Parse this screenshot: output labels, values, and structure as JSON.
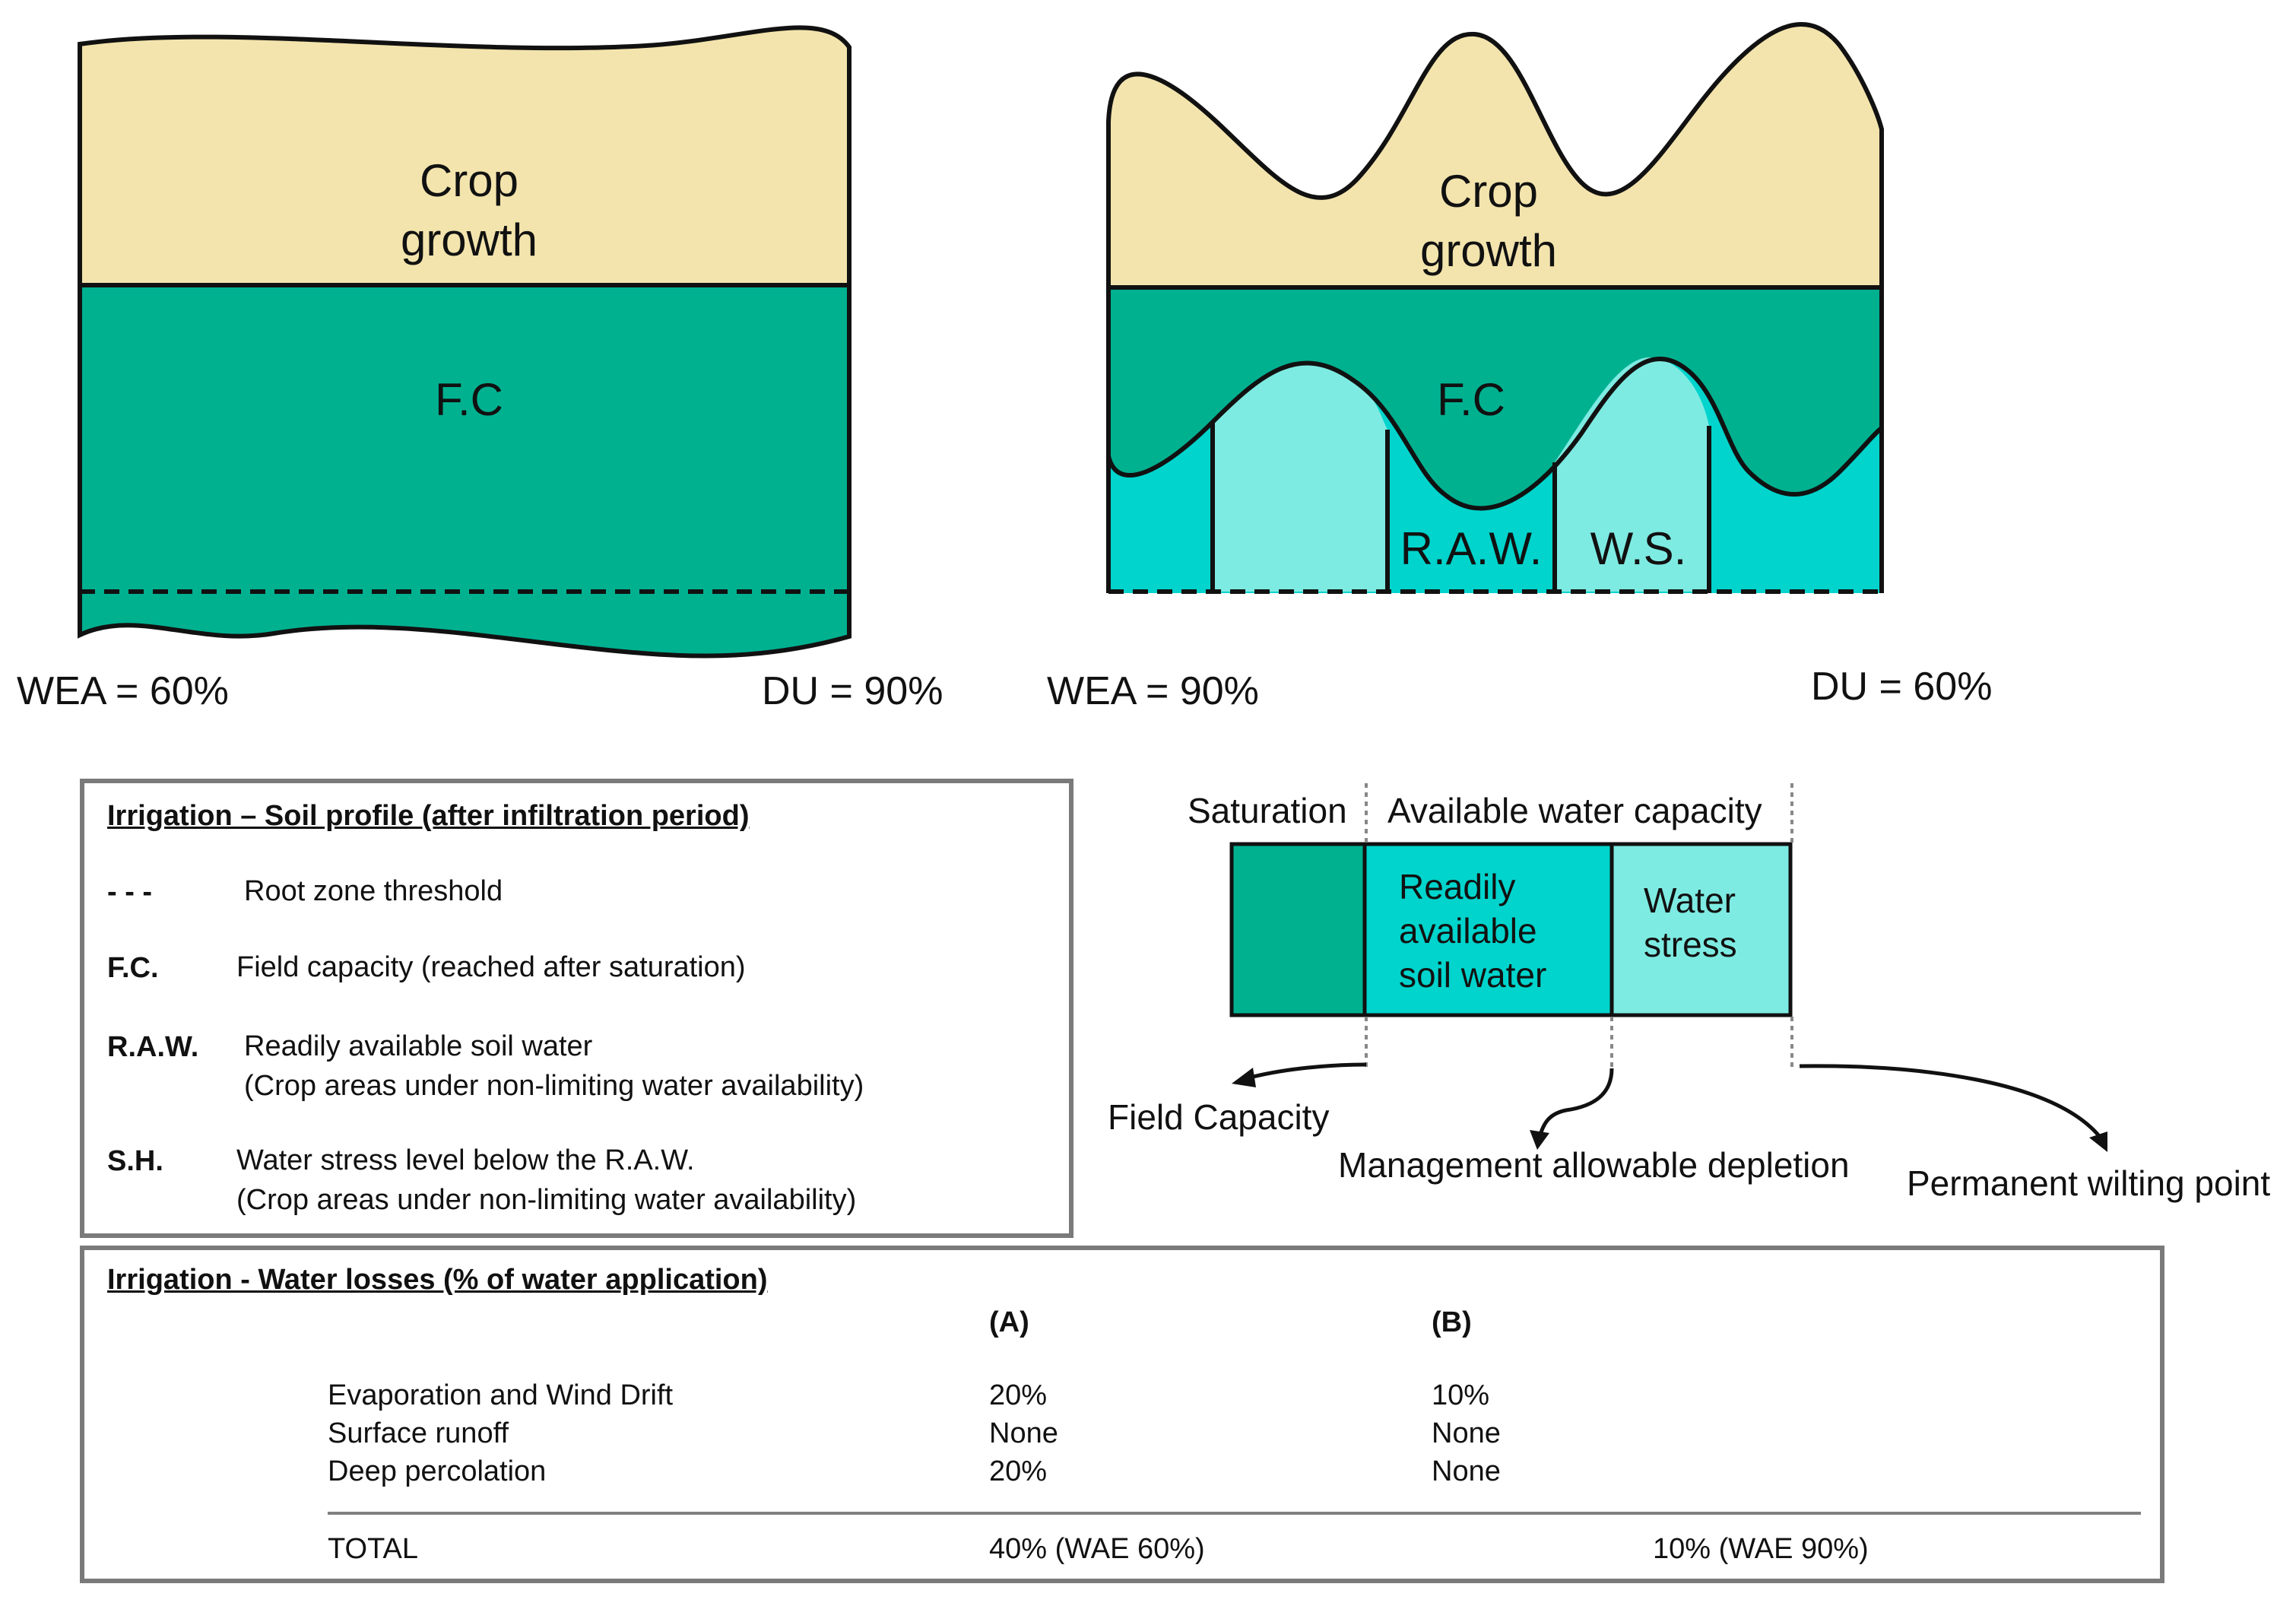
{
  "profile_a": {
    "crop_label_line1": "Crop",
    "crop_label_line2": "growth",
    "fc_label": "F.C",
    "wea_label": "WEA = 60%",
    "du_label": "DU = 90%"
  },
  "profile_b": {
    "crop_label_line1": "Crop",
    "crop_label_line2": "growth",
    "fc_label": "F.C",
    "raw_label": "R.A.W.",
    "ws_label": "W.S.",
    "wea_label": "WEA = 90%",
    "du_label": "DU = 60%"
  },
  "capacity_diagram": {
    "saturation_label": "Saturation",
    "available_label": "Available water capacity",
    "raw_line1": "Readily",
    "raw_line2": "available",
    "raw_line3": "soil water",
    "stress_line1": "Water",
    "stress_line2": "stress",
    "field_capacity_label": "Field Capacity",
    "mad_label": "Management allowable depletion",
    "pwp_label": "Permanent wilting point"
  },
  "legend": {
    "title": "Irrigation – Soil profile (after infiltration period)",
    "items": [
      {
        "abbr": "- - -",
        "line1": "Root zone threshold",
        "line2": ""
      },
      {
        "abbr": "F.C.",
        "line1": "Field capacity (reached after saturation)",
        "line2": ""
      },
      {
        "abbr": "R.A.W.",
        "line1": "Readily available soil water",
        "line2": "(Crop areas under non-limiting water availability)"
      },
      {
        "abbr": "S.H.",
        "line1": "Water stress level below the R.A.W.",
        "line2": "(Crop areas under non-limiting water availability)"
      }
    ]
  },
  "losses_table": {
    "title": "Irrigation - Water losses (% of water application)",
    "col_a": "(A)",
    "col_b": "(B)",
    "rows": [
      {
        "label": "Evaporation and Wind Drift",
        "a": "20%",
        "b": "10%"
      },
      {
        "label": "Surface runoff",
        "a": "None",
        "b": "None"
      },
      {
        "label": "Deep percolation",
        "a": "20%",
        "b": "None"
      }
    ],
    "total": {
      "label": "TOTAL",
      "a": "40% (WAE 60%)",
      "b": "10% (WAE 90%)"
    }
  },
  "colors": {
    "crop": "#f3e4ad",
    "field_capacity": "#00b190",
    "raw": "#00d4cc",
    "water_stress": "#7eebe2",
    "outline": "#111111",
    "box_border": "#7a7a7a"
  }
}
